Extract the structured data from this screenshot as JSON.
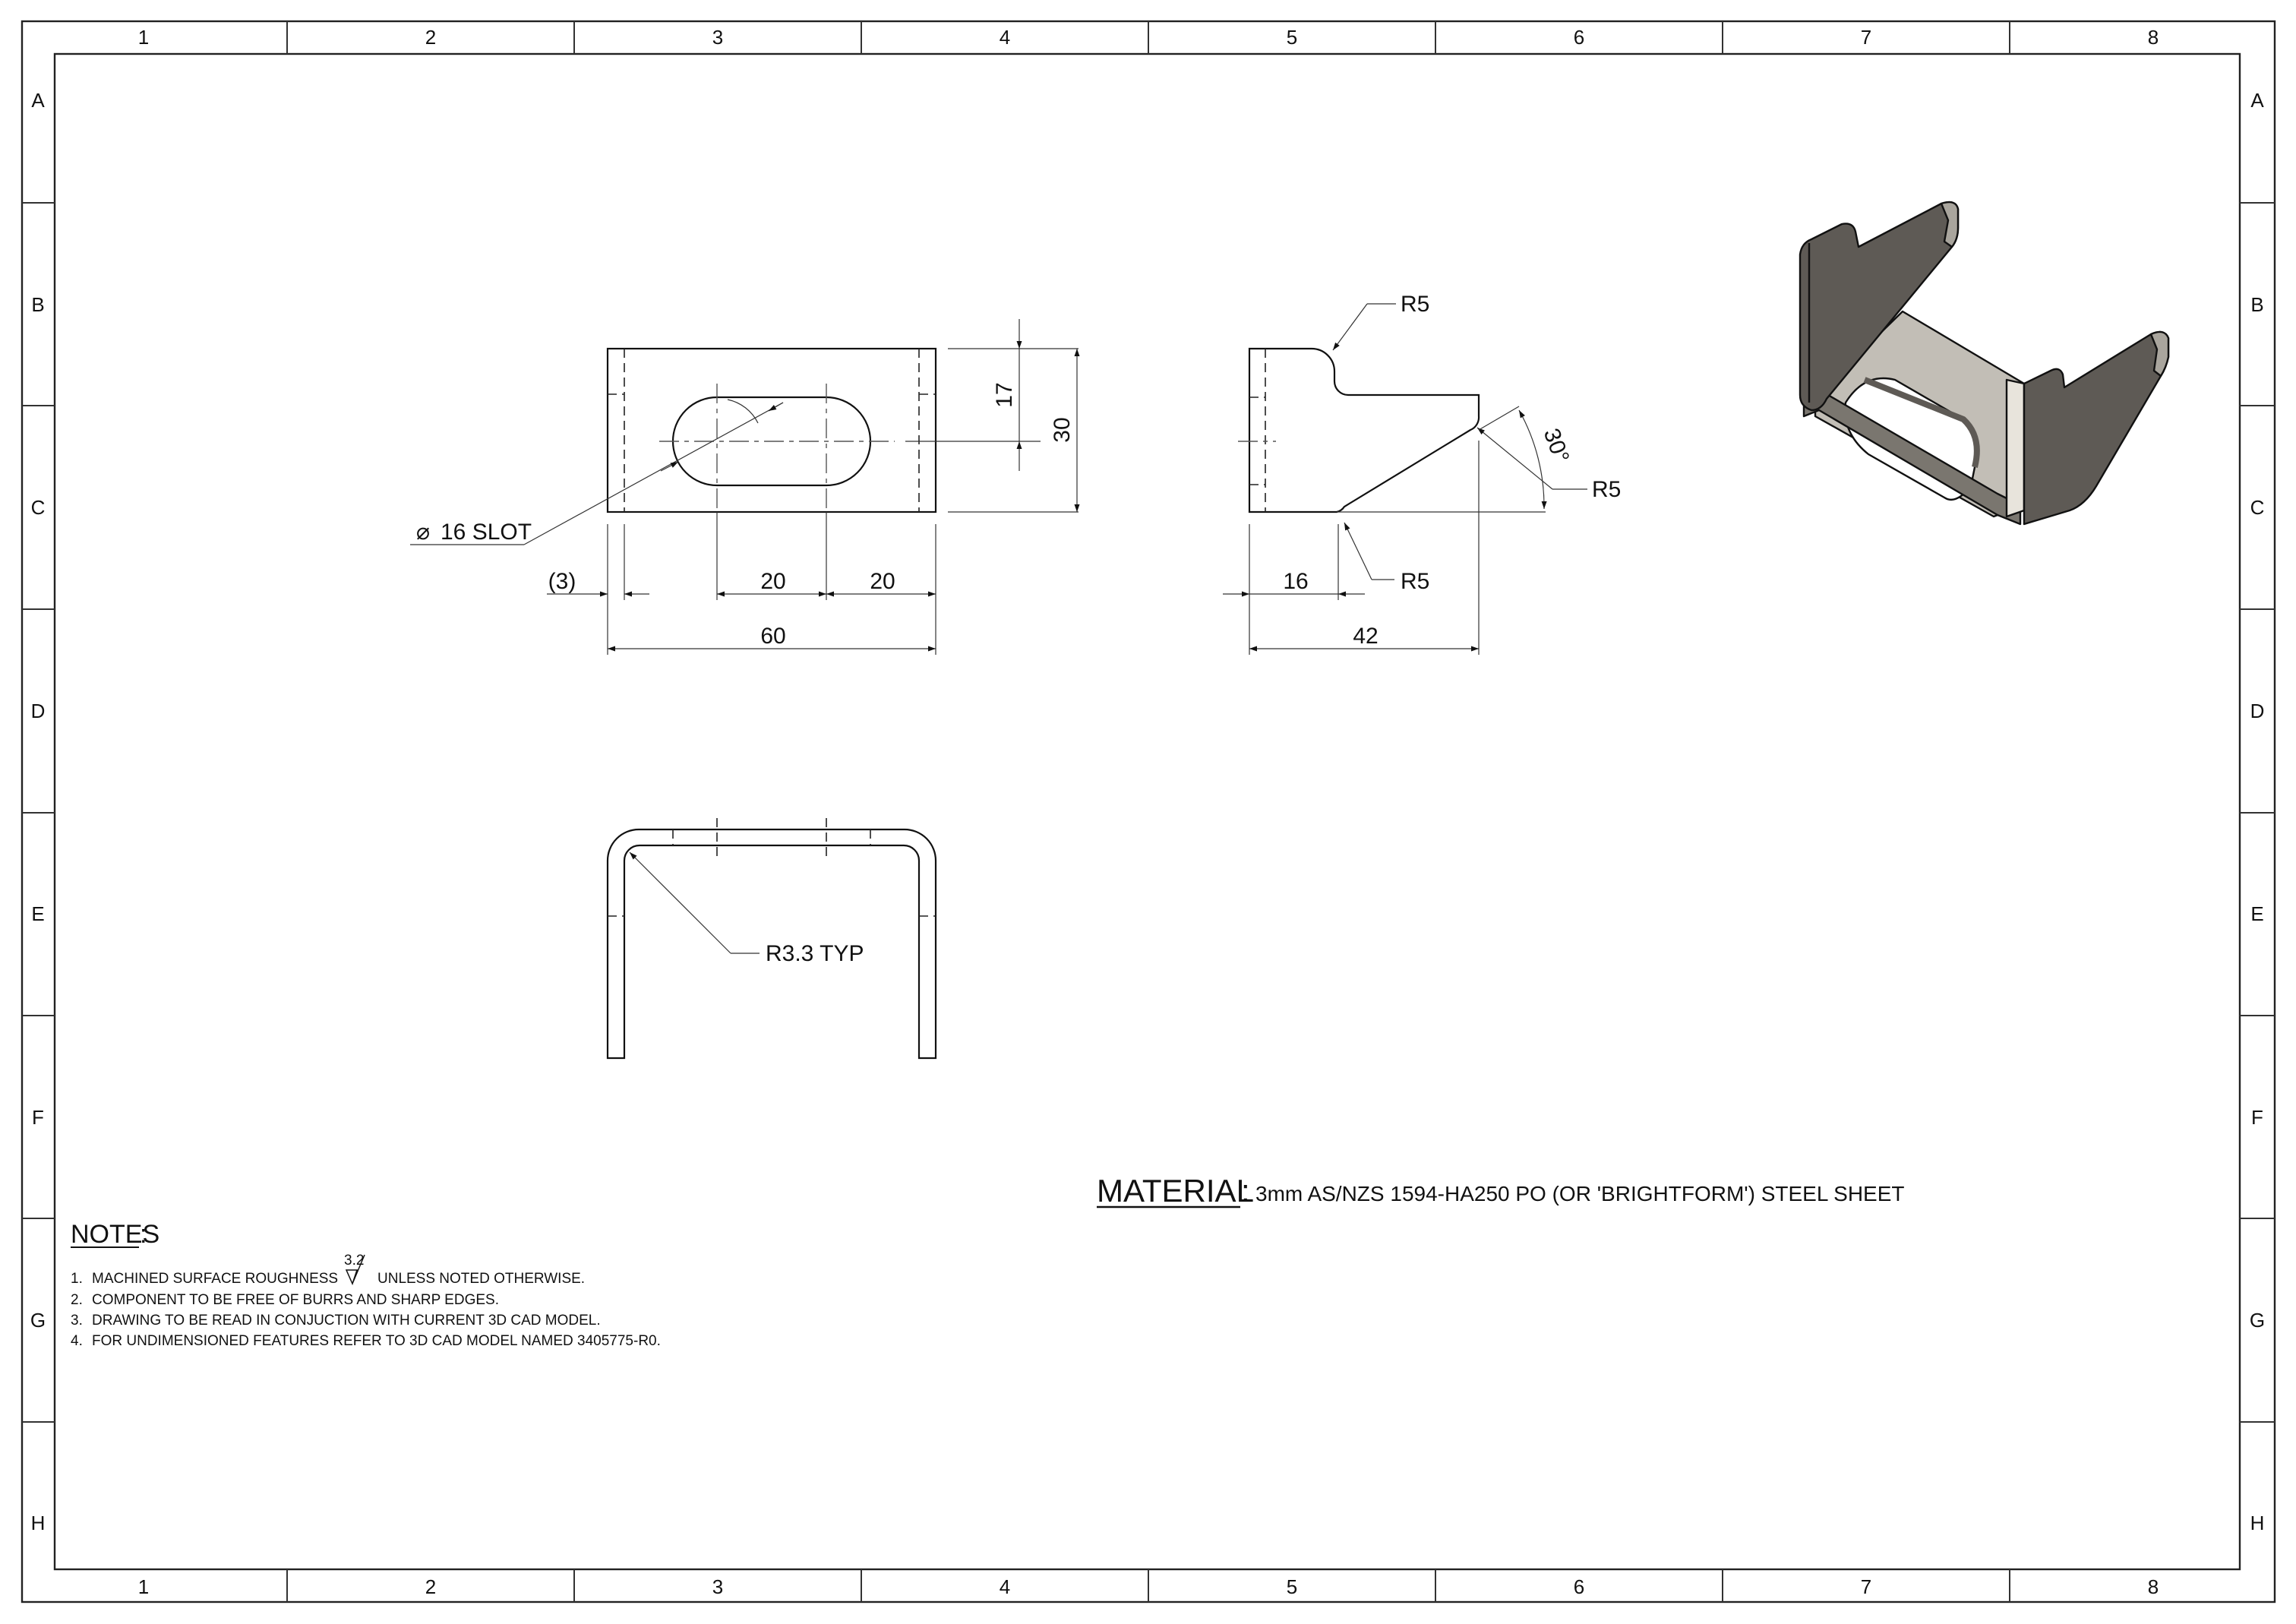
{
  "sheet": {
    "zone_columns": [
      "1",
      "2",
      "3",
      "4",
      "5",
      "6",
      "7",
      "8"
    ],
    "zone_rows": [
      "A",
      "B",
      "C",
      "D",
      "E",
      "F",
      "G",
      "H"
    ]
  },
  "front_view": {
    "slot_callout": "16 SLOT",
    "diameter_symbol": "⌀",
    "dims": {
      "flange_thickness": "(3)",
      "slot_pitch": "20",
      "slot_to_edge": "20",
      "overall_width": "60",
      "slot_height": "17",
      "overall_height": "30"
    }
  },
  "side_view": {
    "dims": {
      "top_radius": "R5",
      "corner_radius": "R5",
      "bottom_radius": "R5",
      "angle": "30°",
      "flat_length": "16",
      "overall_length": "42"
    }
  },
  "bottom_view": {
    "bend_radius": "R3.3 TYP"
  },
  "notes": {
    "title": "NOTES",
    "roughness_value": "3.2",
    "items": [
      {
        "num": "1.",
        "before": "MACHINED SURFACE ROUGHNESS",
        "after": "UNLESS NOTED OTHERWISE."
      },
      {
        "num": "2.",
        "text": "COMPONENT TO BE FREE OF BURRS AND SHARP EDGES."
      },
      {
        "num": "3.",
        "text": "DRAWING TO BE READ IN CONJUCTION WITH CURRENT 3D CAD MODEL."
      },
      {
        "num": "4.",
        "text": "FOR UNDIMENSIONED FEATURES REFER TO 3D CAD MODEL NAMED 3405775-R0."
      }
    ]
  },
  "material": {
    "label": "MATERIAL",
    "text": "3mm AS/NZS 1594-HA250 PO (OR 'BRIGHTFORM') STEEL SHEET"
  },
  "iso_view": {
    "colors": {
      "dark_face": "#5e5a55",
      "light_face": "#c2beb6",
      "edge": "#a9a59d",
      "outline": "#111111"
    }
  }
}
